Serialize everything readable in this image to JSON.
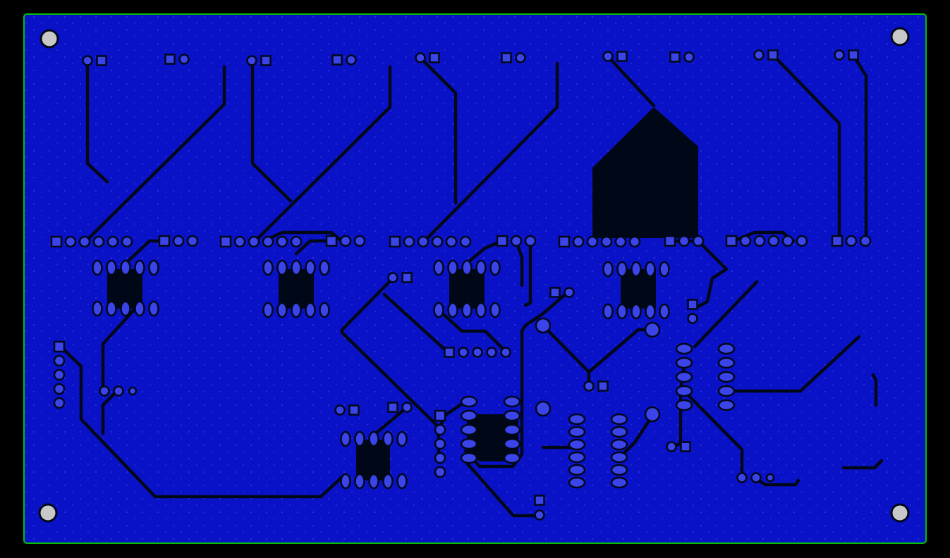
{
  "view": {
    "background": "#000000",
    "board_outline_color": "#00c000",
    "copper_fill_color": "#0a12c8",
    "trace_color": "#000818",
    "pad_color": "#3a44e8",
    "pad_edge_color": "#000818",
    "hole_color": "#c8c8c8"
  },
  "components": {
    "mounting_holes": 4,
    "relay_headers": 10,
    "ic_footprints": 6,
    "connector_headers": 9
  }
}
